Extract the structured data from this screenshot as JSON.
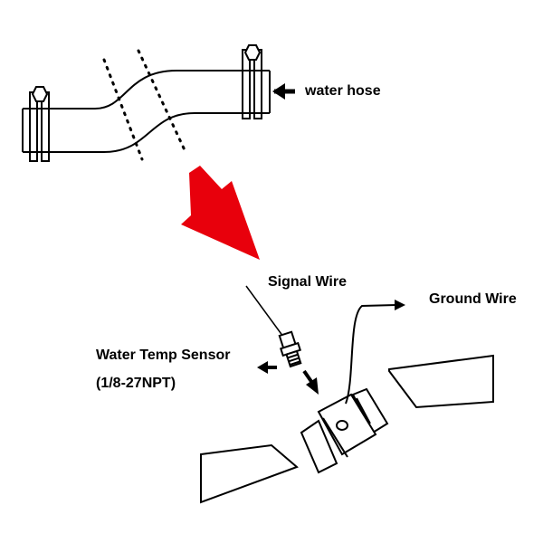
{
  "labels": {
    "water_hose": "water hose",
    "signal_wire": "Signal Wire",
    "ground_wire": "Ground Wire",
    "water_temp_sensor": "Water Temp Sensor",
    "thread_spec": "(1/8-27NPT)"
  },
  "colors": {
    "line": "#000000",
    "arrow_red": "#e8000c",
    "background": "#ffffff"
  }
}
